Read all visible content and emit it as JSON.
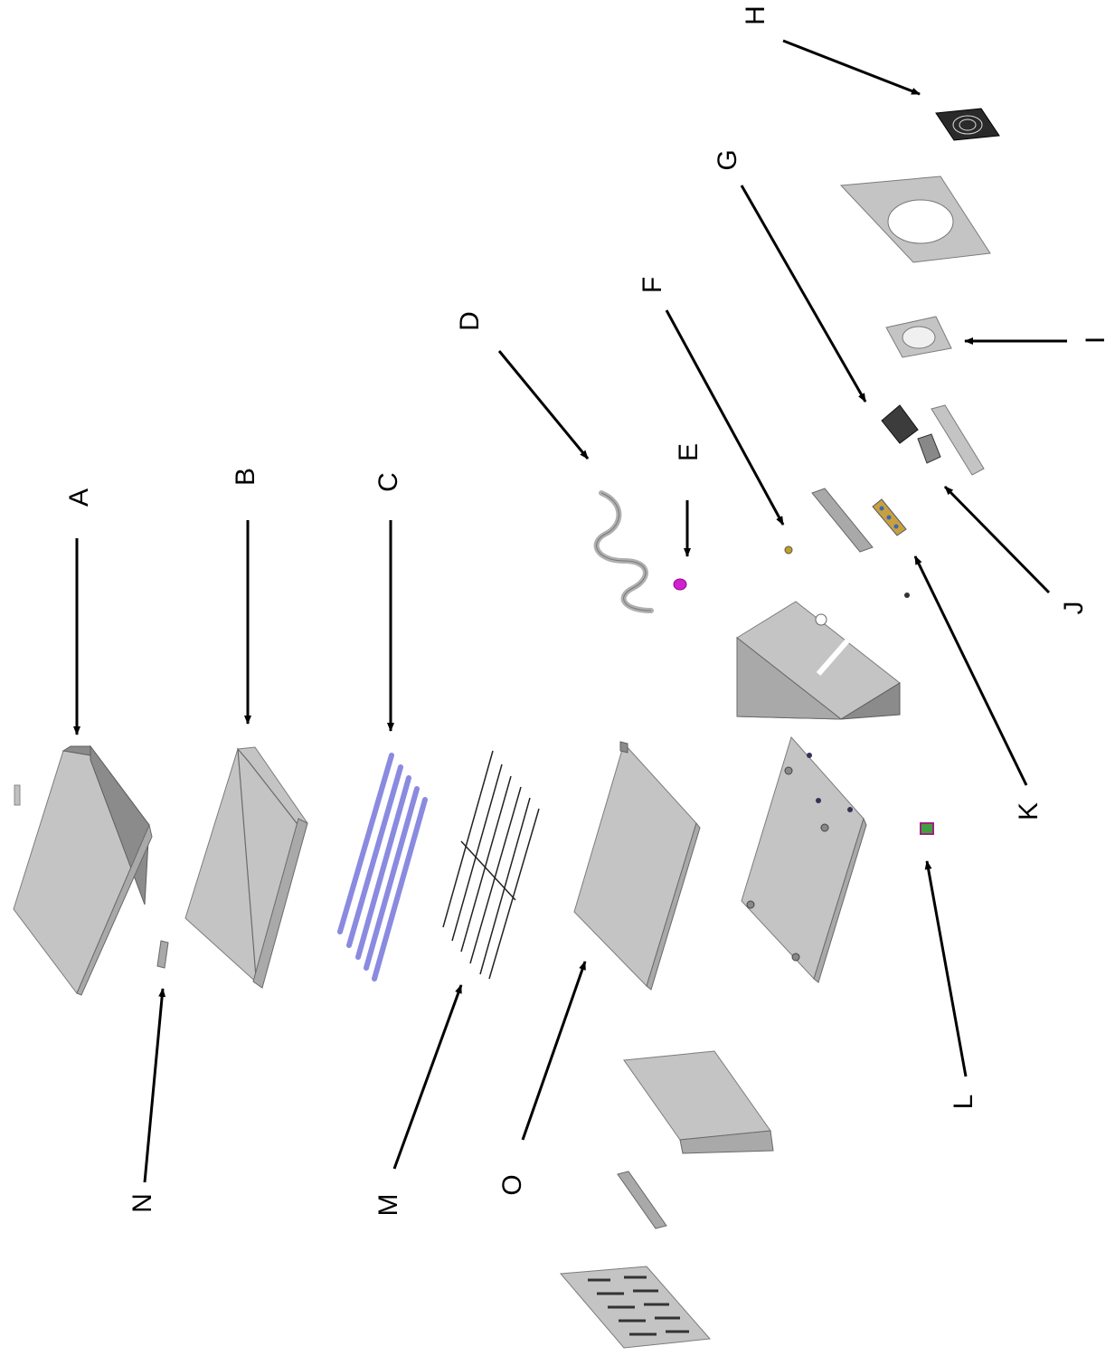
{
  "diagram": {
    "labels": {
      "A": "A",
      "B": "B",
      "C": "C",
      "D": "D",
      "E": "E",
      "F": "F",
      "G": "G",
      "H": "H",
      "I": "I",
      "J": "J",
      "K": "K",
      "L": "L",
      "M": "M",
      "N": "N",
      "O": "O"
    },
    "colors": {
      "sheet_metal": "#c4c4c4",
      "sheet_metal_shade": "#8b8b8b",
      "heating_tubes": "#8a8ae0",
      "thermostat_knob": "#d020d0",
      "arrow": "#000000"
    }
  }
}
